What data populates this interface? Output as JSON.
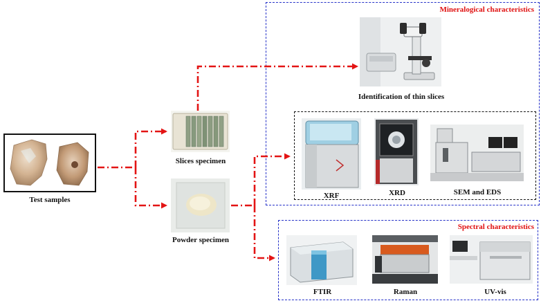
{
  "sections": {
    "mineralogical_title": "Mineralogical characteristics",
    "spectral_title": "Spectral characteristics"
  },
  "nodes": {
    "test_samples": "Test samples",
    "slices_specimen": "Slices specimen",
    "powder_specimen": "Powder specimen",
    "thin_slices": "Identification of thin slices",
    "xrf": "XRF",
    "xrd": "XRD",
    "sem_eds": "SEM and EDS",
    "ftir": "FTIR",
    "raman": "Raman",
    "uvvis": "UV-vis"
  },
  "colors": {
    "arrow": "#e31414",
    "section_border": "#2430c8",
    "section_title": "#e01010"
  }
}
